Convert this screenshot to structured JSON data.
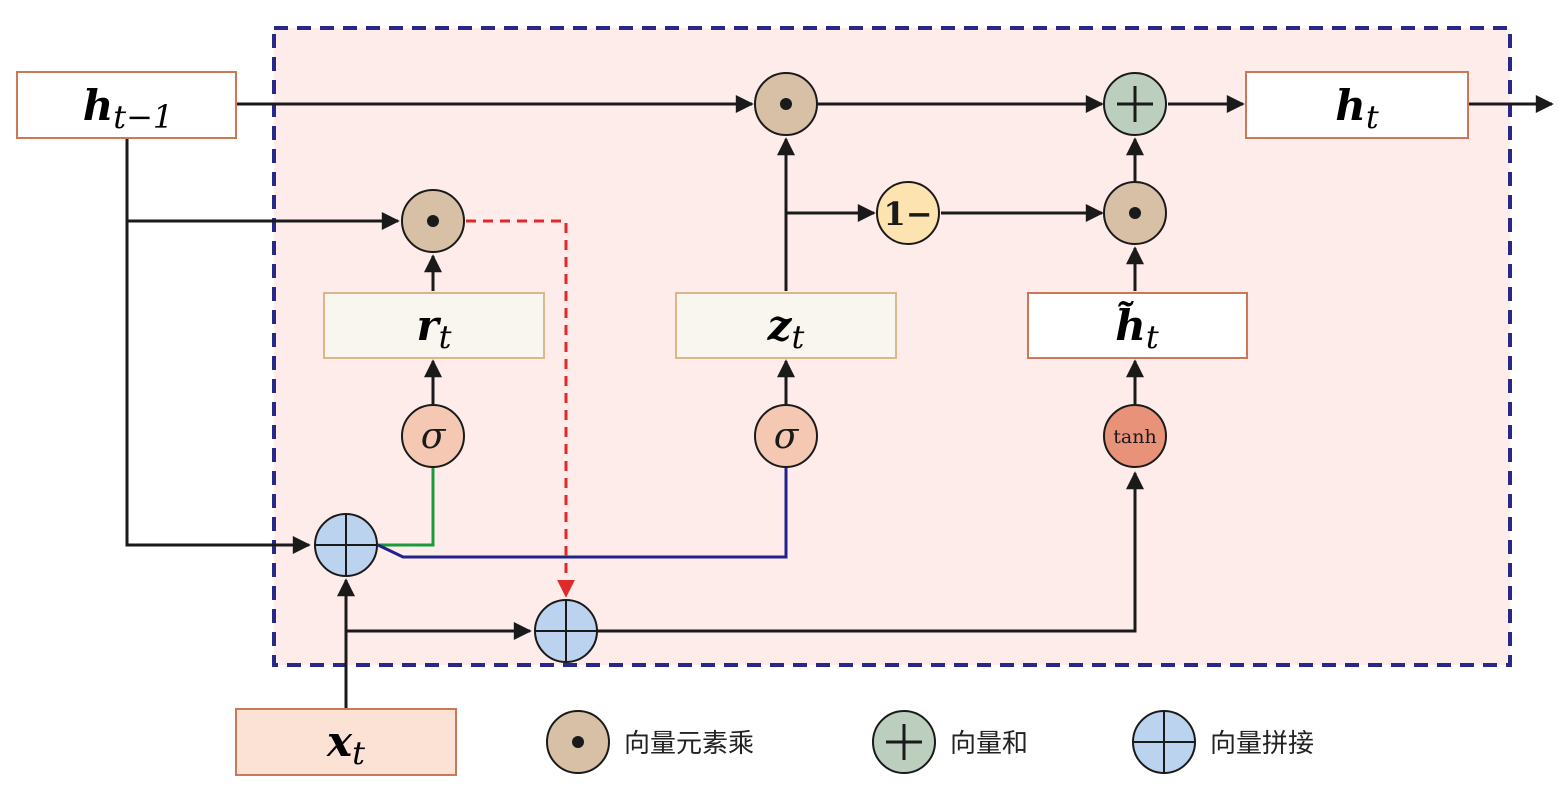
{
  "boxes": {
    "h_prev": {
      "main": "h",
      "sub": "t−1"
    },
    "h_t": {
      "main": "h",
      "sub": "t"
    },
    "r_t": {
      "main": "r",
      "sub": "t"
    },
    "z_t": {
      "main": "z",
      "sub": "t"
    },
    "h_tilde": {
      "main": "h̃",
      "sub": "t"
    },
    "x_t": {
      "main": "x",
      "sub": "t"
    }
  },
  "ops": {
    "sigma": "σ",
    "tanh": "tanh",
    "one_minus": "1−",
    "dot": "•",
    "plus": "+"
  },
  "legend": {
    "hadamard": "向量元素乘",
    "sum": "向量和",
    "concat": "向量拼接"
  },
  "colors": {
    "cell_fill": "#fdecea",
    "cell_border": "#28288a",
    "hadamard_fill": "#d7c0a6",
    "sum_fill": "#bccfbe",
    "concat_fill": "#bcd3ef",
    "sigma_fill": "#f5c8b4",
    "tanh_fill": "#e8927a",
    "one_minus_fill": "#fde3b0",
    "gate_box_fill": "#f8f6ee",
    "input_box_fill": "#fbe2d5",
    "box_border": "#cc7755",
    "reset_path": "#e02a2a",
    "green_path": "#1a9a3a",
    "blue_path": "#22228a"
  }
}
